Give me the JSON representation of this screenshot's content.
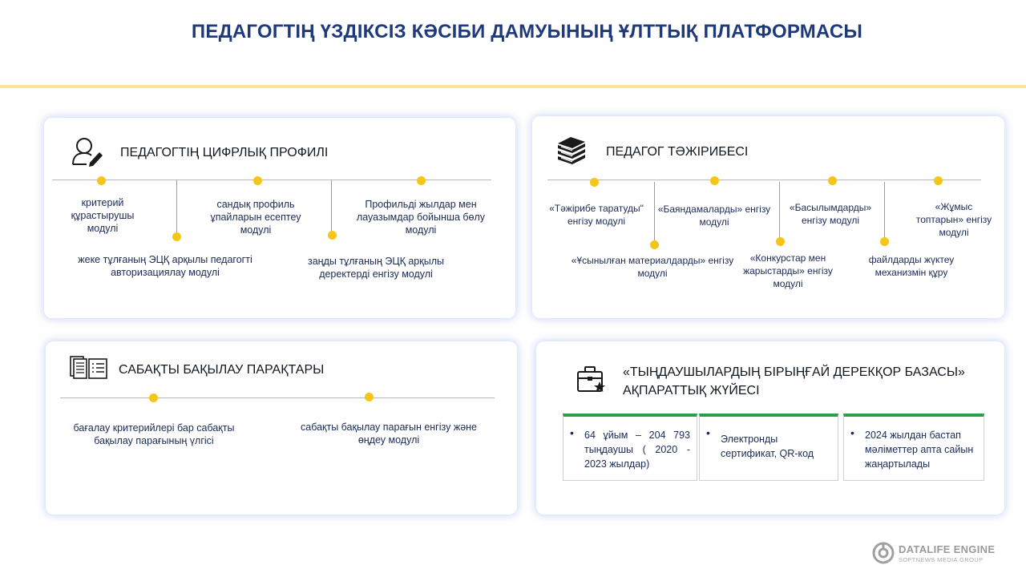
{
  "title": "ПЕДАГОГТІҢ ҮЗДІКСІЗ КӘСІБИ ДАМУЫНЫҢ ҰЛТТЫҚ ПЛАТФОРМАСЫ",
  "card1": {
    "title": "ПЕДАГОГТІҢ ЦИФРЛЫҚ ПРОФИЛІ",
    "items": [
      "критерий құрастырушы модулі",
      "жеке тұлғаның ЭЦҚ арқылы педагогті авторизациялау модулі",
      "сандық профиль ұпайларын есептеу модулі",
      "заңды тұлғаның  ЭЦҚ арқылы деректерді енгізу модулі",
      "Профильді жылдар мен лауазымдар бойынша бөлу модулі"
    ]
  },
  "card2": {
    "title": "ПЕДАГОГ ТӘЖІРИБЕСІ",
    "items": [
      "«Тәжірибе таратуды\" енгізу модулі",
      "«Ұсынылған  материалдарды» енгізу модулі",
      "«Баяндамаларды» енгізу модулі",
      "«Конкурстар мен жарыстарды» енгізу модулі",
      "«Басылымдарды» енгізу модулі",
      "файлдарды жүктеу механизмін құру",
      "«Жұмыс топтарын» енгізу модулі"
    ]
  },
  "card3": {
    "title": "САБАҚТЫ БАҚЫЛАУ ПАРАҚТАРЫ",
    "items": [
      "бағалау критерийлері бар сабақты бақылау парағының үлгісі",
      "сабақты бақылау парағын енгізу және өңдеу модулі"
    ]
  },
  "card4": {
    "title_line1": "«ТЫҢДАУШЫЛАРДЫҢ БІРЫҢҒАЙ ДЕРЕКҚОР БАЗАСЫ»",
    "title_line2": "АҚПАРАТТЫҚ ЖҮЙЕСІ",
    "boxes": [
      "64 ұйым – 204 793 тыңдаушы ( 2020 - 2023 жылдар)",
      "Электронды сертификат, QR-код",
      "2024 жылдан бастап мәліметтер апта сайын жаңартылады"
    ],
    "bullet": "•"
  },
  "watermark": {
    "name": "DATALIFE ENGINE",
    "sub": "SOFTNEWS MEDIA GROUP"
  },
  "colors": {
    "title": "#1f3a7a",
    "accent_dot": "#f5c518",
    "title_line": "#f6e59a",
    "box_top": "#2e9e46"
  },
  "icons": [
    "user-edit-icon",
    "books-stack-icon",
    "documents-icon",
    "briefcase-star-icon",
    "watermark-logo-icon"
  ]
}
